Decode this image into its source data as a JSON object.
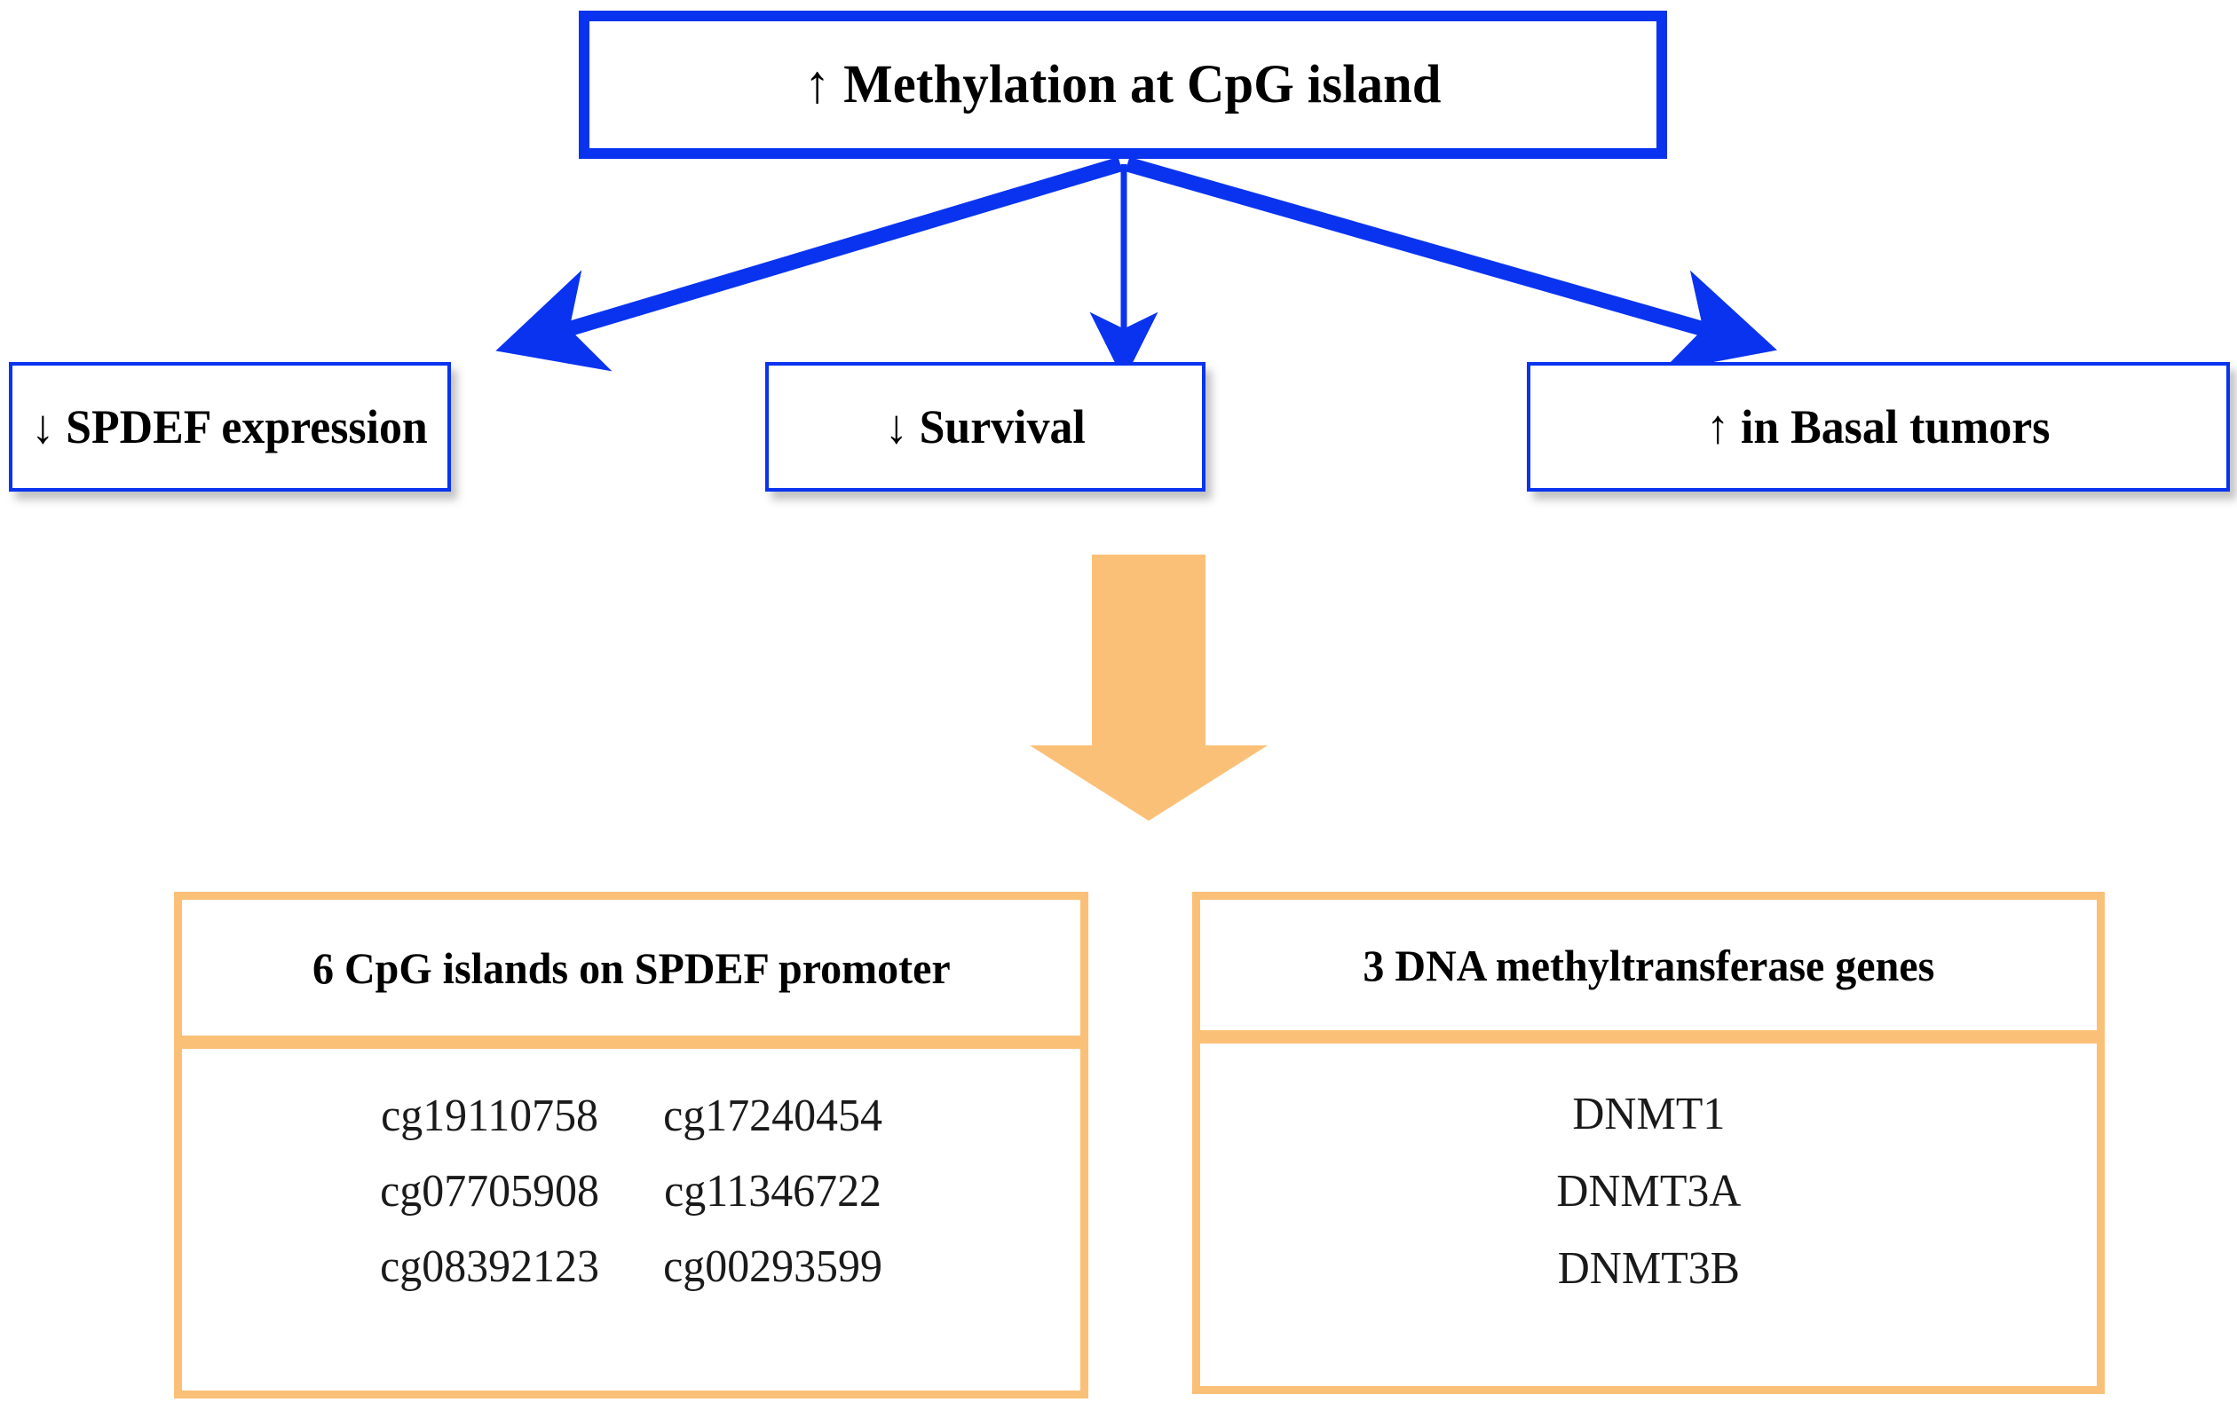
{
  "diagram": {
    "title_box": {
      "label": "↑ Methylation at CpG island",
      "border_color": "#0a33f0"
    },
    "outcomes": [
      {
        "label": "↓ SPDEF expression"
      },
      {
        "label": "↓ Survival"
      },
      {
        "label": "↑ in Basal tumors"
      }
    ],
    "connector_arrow": {
      "name": "orange-down-arrow",
      "color": "#fbc077"
    },
    "panels": [
      {
        "header": "6 CpG islands on SPDEF promoter",
        "border_color": "#fbc077",
        "items": [
          "cg19110758",
          "cg17240454",
          "cg07705908",
          "cg11346722",
          "cg08392123",
          "cg00293599"
        ]
      },
      {
        "header": "3 DNA methyltransferase genes",
        "border_color": "#fbc077",
        "items": [
          "DNMT1",
          "DNMT3A",
          "DNMT3B"
        ]
      }
    ]
  }
}
